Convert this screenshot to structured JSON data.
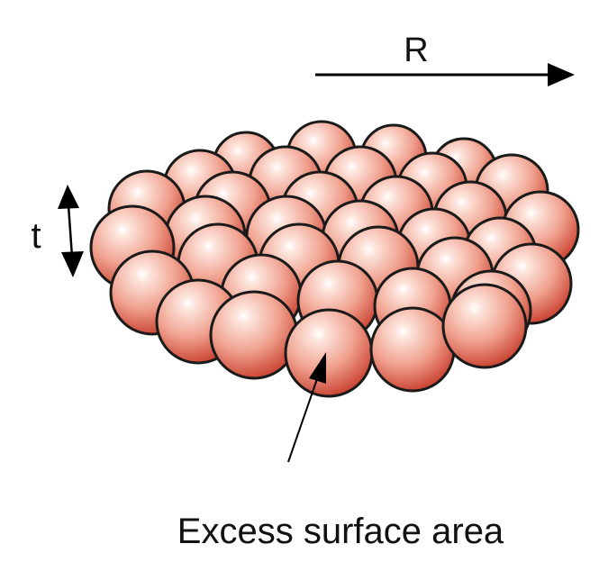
{
  "labels": {
    "radius": "R",
    "thickness": "t",
    "caption": "Excess surface area"
  },
  "colors": {
    "sphere_highlight": "#fde4dc",
    "sphere_mid": "#f0a18e",
    "sphere_shadow": "#c9402f",
    "outline": "#1a1a1a",
    "arrow": "#000000"
  }
}
